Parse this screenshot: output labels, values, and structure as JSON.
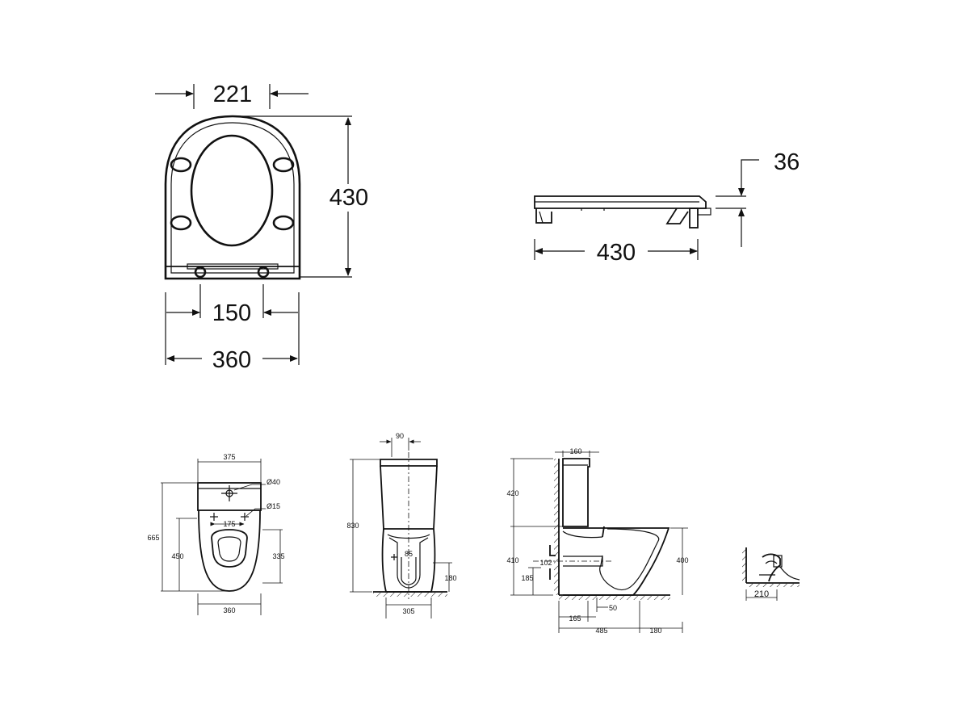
{
  "seat_top": {
    "width_hinge_gap": "221",
    "height": "430",
    "fixing_distance": "150",
    "width": "360"
  },
  "seat_side": {
    "thickness": "36",
    "length": "430"
  },
  "pan_plan": {
    "tank_width": "375",
    "tap_hole_diameter": "Ø40",
    "fixing_hole_diameter": "Ø15",
    "fixing_spacing": "175",
    "total_depth": "665",
    "bowl_depth": "450",
    "bowl_rear_depth": "335",
    "bowl_width": "360"
  },
  "pan_front": {
    "tank_offset": "90",
    "total_height": "830",
    "outlet_width": "85",
    "outlet_height": "180",
    "base_width": "305"
  },
  "pan_side": {
    "tank_depth": "160",
    "tank_height": "420",
    "bowl_height": "410",
    "outlet_diameter": "102",
    "outlet_height": "185",
    "rim_height": "400",
    "inlet_offset": "50",
    "outlet_axis": "165",
    "pan_depth": "485",
    "wall_gap": "180"
  },
  "trap_detail": {
    "distance": "210"
  }
}
